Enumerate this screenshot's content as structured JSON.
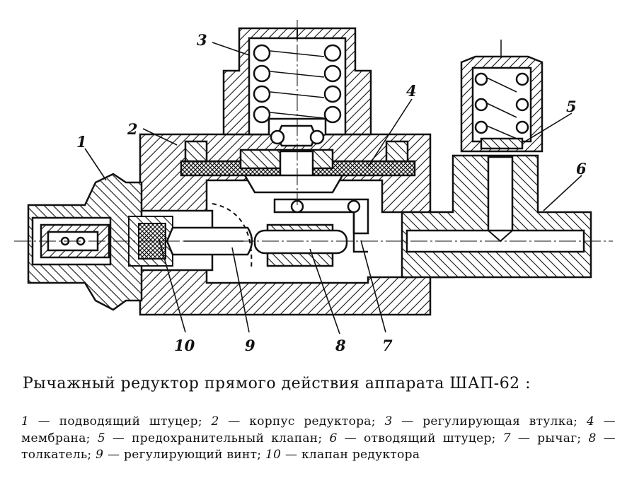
{
  "callouts": [
    {
      "id": "1",
      "label": "1"
    },
    {
      "id": "2",
      "label": "2"
    },
    {
      "id": "3",
      "label": "3"
    },
    {
      "id": "4",
      "label": "4"
    },
    {
      "id": "5",
      "label": "5"
    },
    {
      "id": "6",
      "label": "6"
    },
    {
      "id": "7",
      "label": "7"
    },
    {
      "id": "8",
      "label": "8"
    },
    {
      "id": "9",
      "label": "9"
    },
    {
      "id": "10",
      "label": "10"
    }
  ],
  "caption": "Рычажный редуктор прямого действия аппарата ШАП-62 :",
  "legend": [
    {
      "num": "1",
      "text": "подводящий штуцер;"
    },
    {
      "num": "2",
      "text": "корпус редуктора;"
    },
    {
      "num": "3",
      "text": "регулирующая втулка;"
    },
    {
      "num": "4",
      "text": "мембрана;"
    },
    {
      "num": "5",
      "text": "предохранительный клапан;"
    },
    {
      "num": "6",
      "text": "отводящий штуцер;"
    },
    {
      "num": "7",
      "text": "рычаг;"
    },
    {
      "num": "8",
      "text": "толкатель;"
    },
    {
      "num": "9",
      "text": "регулирующий винт;"
    },
    {
      "num": "10",
      "text": "клапан редуктора"
    }
  ],
  "colors": {
    "ink": "#111111",
    "paper": "#ffffff"
  }
}
